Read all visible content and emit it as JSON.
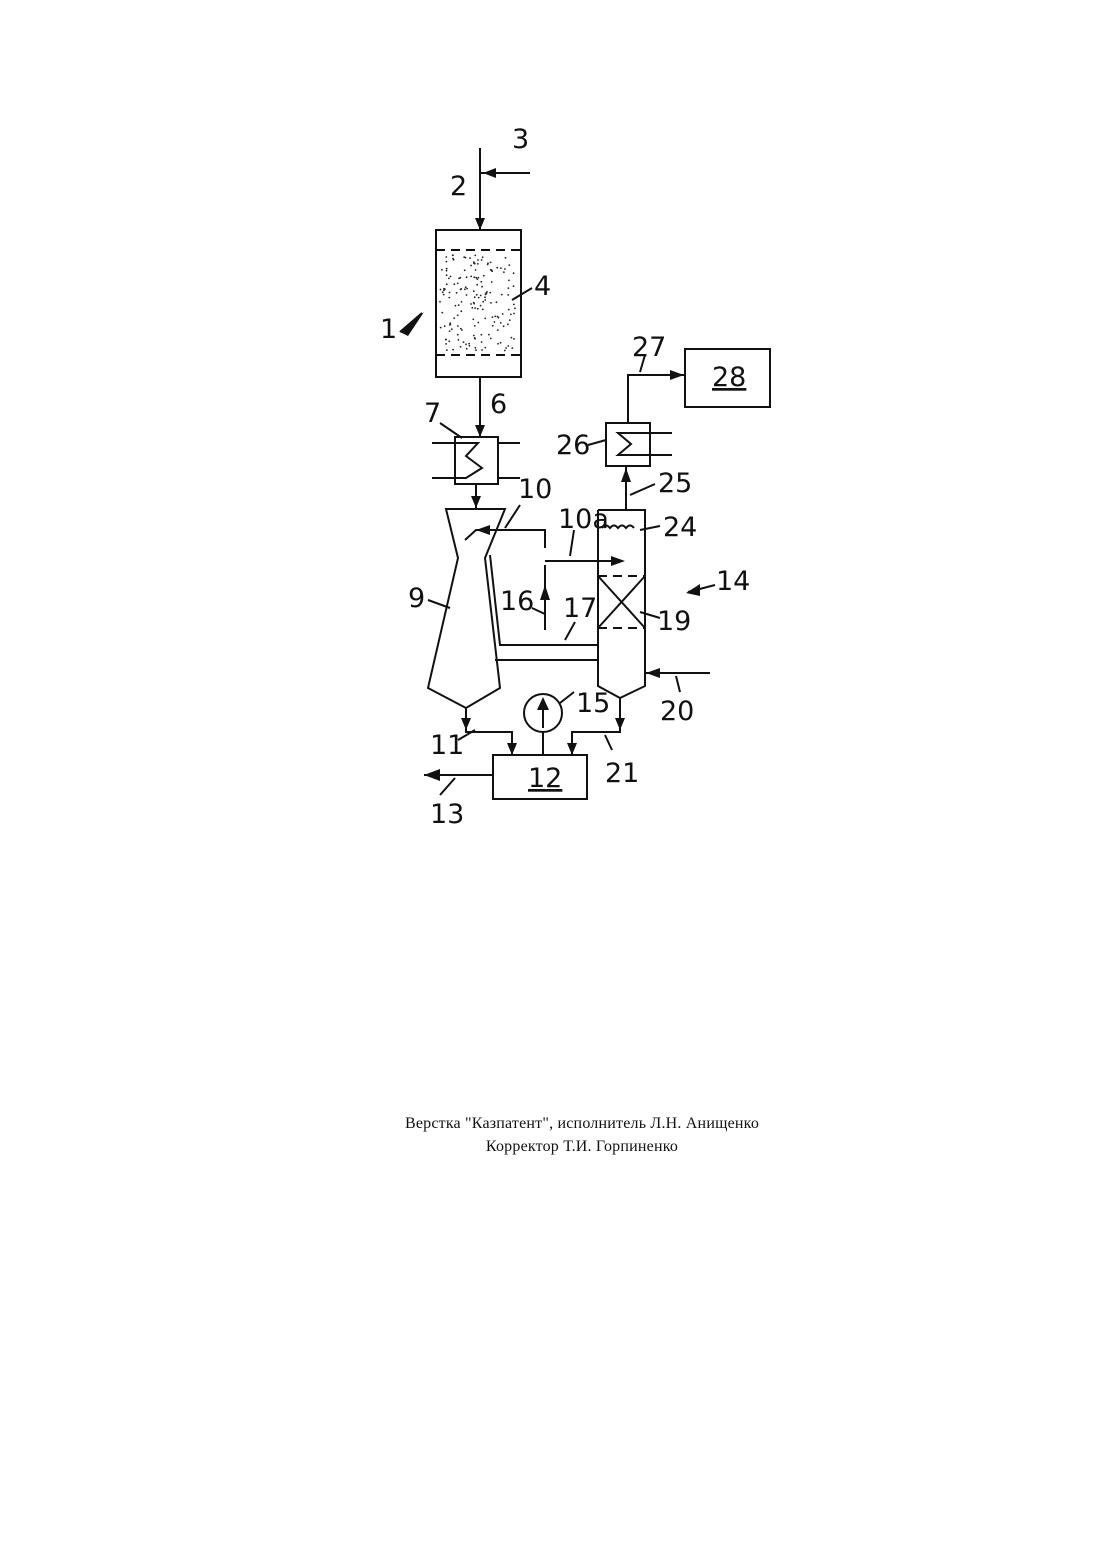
{
  "diagram": {
    "labels": {
      "l1": "1",
      "l2": "2",
      "l3": "3",
      "l4": "4",
      "l6": "6",
      "l7": "7",
      "l9": "9",
      "l10": "10",
      "l10a": "10a",
      "l11": "11",
      "l12": "12",
      "l13": "13",
      "l14": "14",
      "l15": "15",
      "l16": "16",
      "l17": "17",
      "l19": "19",
      "l20": "20",
      "l21": "21",
      "l24": "24",
      "l25": "25",
      "l26": "26",
      "l27": "27",
      "l28": "28"
    }
  },
  "footer": {
    "line1": "Верстка \"Казпатент\", исполнитель Л.Н. Анищенко",
    "line2": "Корректор Т.И. Горпиненко"
  }
}
